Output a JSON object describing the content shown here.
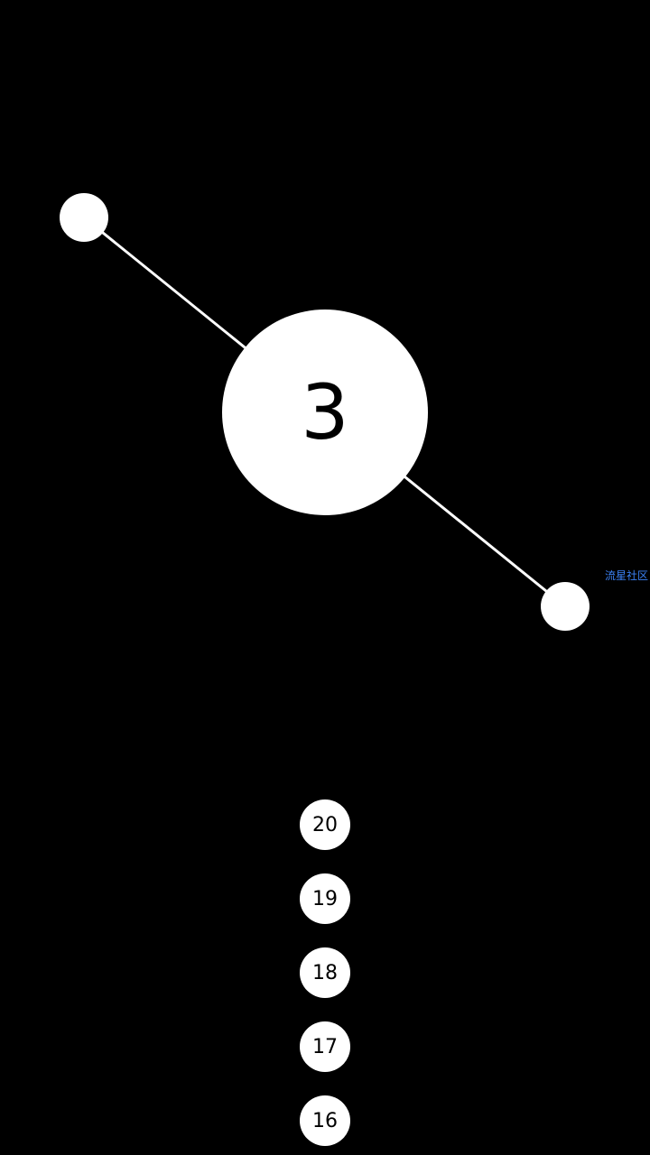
{
  "game": {
    "level": "3",
    "balls_remaining": [
      "20",
      "19",
      "18",
      "17",
      "16"
    ],
    "watermark": "流星社区"
  },
  "colors": {
    "background": "#000000",
    "foreground": "#ffffff",
    "watermark": "#3b82f6"
  }
}
